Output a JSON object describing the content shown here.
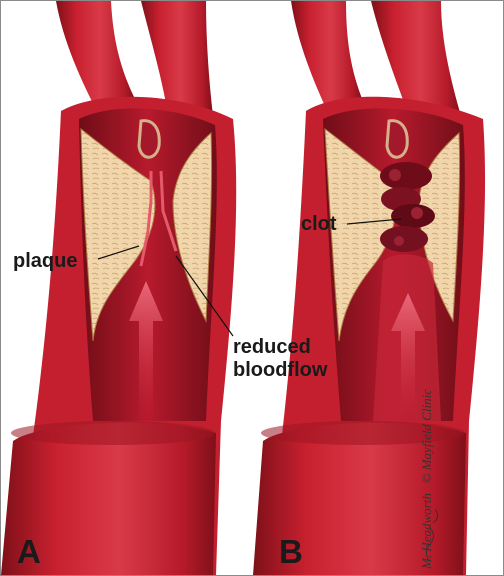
{
  "labels": {
    "plaque": "plaque",
    "reduced_bloodflow_line1": "reduced",
    "reduced_bloodflow_line2": "bloodflow",
    "clot": "clot",
    "panel_a": "A",
    "panel_b": "B"
  },
  "credit": {
    "artist": "M. Headworth",
    "copyright": "© Mayfield Clinic"
  },
  "colors": {
    "vessel_outer": "#c41f2e",
    "vessel_dark": "#8e1320",
    "lumen": "#b3142a",
    "plaque": "#f1d3a6",
    "clot": "#6e0c1a",
    "arrow": "#e2485a"
  }
}
